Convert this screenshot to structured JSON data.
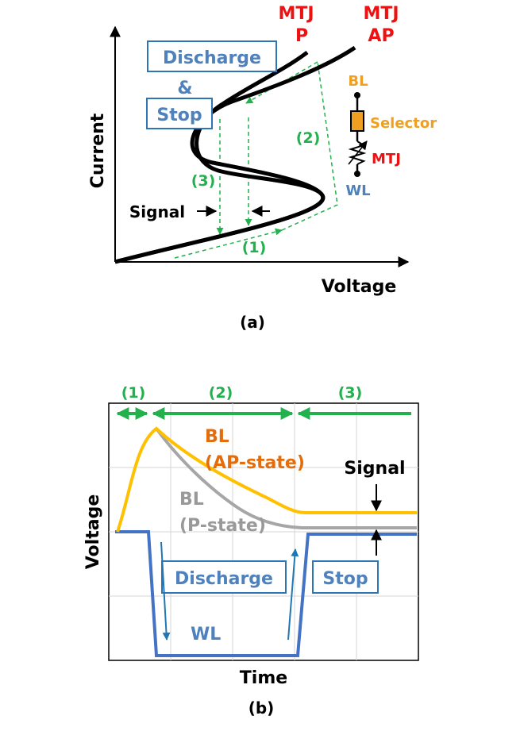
{
  "panel_a": {
    "x_label": "Voltage",
    "y_label": "Current",
    "caption": "(a)",
    "mtj_p": [
      "MTJ",
      "P"
    ],
    "mtj_ap": [
      "MTJ",
      "AP"
    ],
    "discharge_box": "Discharge",
    "ampersand": "&",
    "stop_box": "Stop",
    "signal": "Signal",
    "step1": "(1)",
    "step2": "(2)",
    "step3": "(3)",
    "circuit": {
      "bl": "BL",
      "selector": "Selector",
      "mtj": "MTJ",
      "wl": "WL"
    }
  },
  "panel_b": {
    "x_label": "Time",
    "y_label": "Voltage",
    "caption": "(b)",
    "phase1": "(1)",
    "phase2": "(2)",
    "phase3": "(3)",
    "bl_ap": [
      "BL",
      "(AP-state)"
    ],
    "bl_p": [
      "BL",
      "(P-state)"
    ],
    "wl": "WL",
    "signal": "Signal",
    "discharge_box": "Discharge",
    "stop_box": "Stop"
  },
  "colors": {
    "green": "#22b14c",
    "red": "#ee1111",
    "blue_text": "#4f81bd",
    "orange": "#f0a020",
    "bl_ap_line": "#ffc000",
    "bl_p_line": "#a6a6a6",
    "wl_line": "#4472c4",
    "bl_ap_text": "#e46c0a",
    "bl_p_text": "#999999",
    "box_border": "#2e75b6",
    "arrow_blue": "#1f78b4"
  }
}
